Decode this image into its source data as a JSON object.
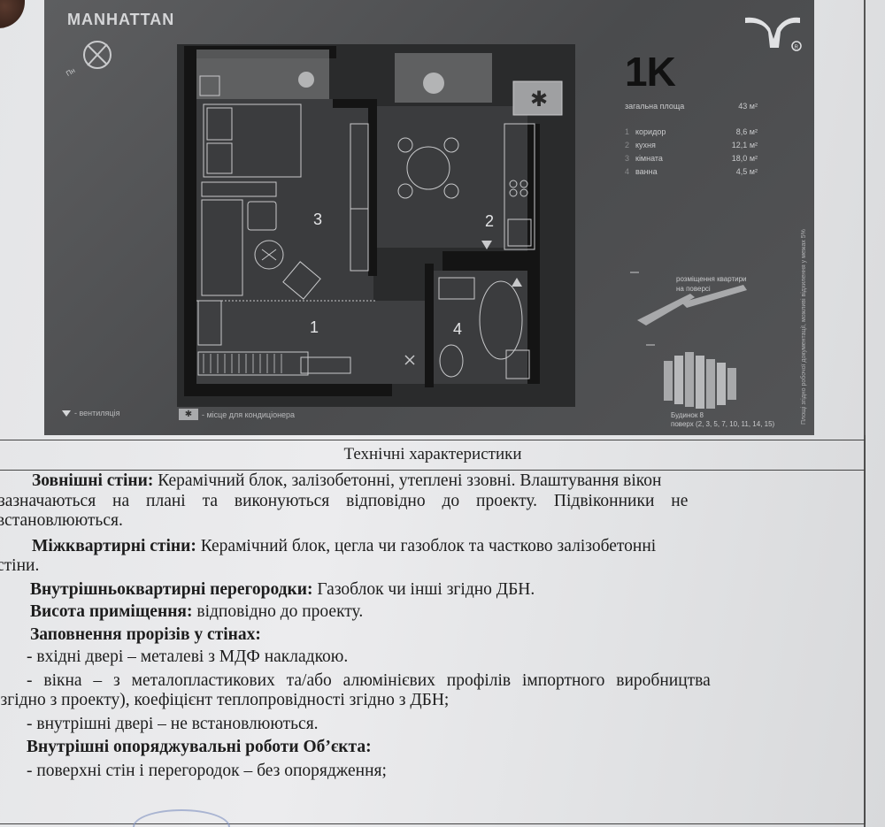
{
  "plan": {
    "brand": "MANHATTAN",
    "compass_label": "Пн",
    "apartment_type": "1K",
    "total_area": {
      "label": "загальна площа",
      "value": "43 м²"
    },
    "rooms": [
      {
        "num": "1",
        "name": "коридор",
        "area": "8,6 м²"
      },
      {
        "num": "2",
        "name": "кухня",
        "area": "12,1 м²"
      },
      {
        "num": "3",
        "name": "кімната",
        "area": "18,0 м²"
      },
      {
        "num": "4",
        "name": "ванна",
        "area": "4,5 м²"
      }
    ],
    "room_labels": [
      "1",
      "2",
      "3",
      "4"
    ],
    "placement_label": "розміщення квартири на поверсі",
    "building_label_line1": "Будинок 8",
    "building_label_line2": "поверх (2, 3, 5, 7, 10, 11, 14, 15)",
    "side_note": "Площі згідно робочої документації, можливі відхилення у межах 5%",
    "legend": {
      "vent_label": "- вентиляція",
      "ac_label": "- місце для кондиціонера",
      "ac_symbol": "✱"
    },
    "colors": {
      "background": "#4f5052",
      "walls": "#141414",
      "lines": "#c8c9cb"
    }
  },
  "spec": {
    "title": "Технічні характеристики",
    "outer_walls_label": "Зовнішні стіни:",
    "outer_walls_text": "Керамічний блок, залізобетонні, утеплені ззовні. Влаштування вікон",
    "outer_walls_line2": "зазначаються на плані та виконуються відповідно до проекту. Підвіконники не",
    "outer_walls_line3": "встановлюються.",
    "inter_walls_label": "Міжквартирні стіни:",
    "inter_walls_text": "Керамічний блок, цегла чи газоблок та частково залізобетонні",
    "inter_walls_line2": "стіни.",
    "partitions_label": "Внутрішньоквартирні перегородки:",
    "partitions_text": "Газоблок чи інші згідно ДБН.",
    "height_label": "Висота приміщення:",
    "height_text": "відповідно до проекту.",
    "openings_label": "Заповнення прорізів у стінах:",
    "entrance_door": "- вхідні двері  – металеві з МДФ накладкою.",
    "windows_line1": "- вікна – з металопластикових та/або алюмінієвих профілів імпортного виробництва",
    "windows_line2": "(згідно з проекту), коефіцієнт теплопровідності згідно з ДБН;",
    "inner_doors": "- внутрішні двері – не встановлюються.",
    "finishing_label": "Внутрішні опоряджувальні роботи Об’єкта:",
    "finishing_walls": "- поверхні стін і перегородок – без опорядження;"
  }
}
